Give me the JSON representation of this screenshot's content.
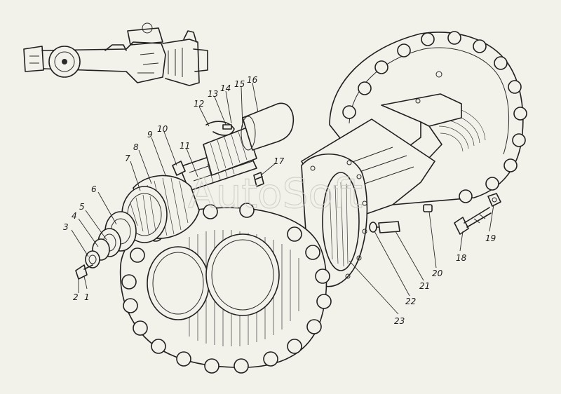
{
  "watermark": "AutoSoft",
  "callouts": [
    {
      "id": "1"
    },
    {
      "id": "2"
    },
    {
      "id": "3"
    },
    {
      "id": "4"
    },
    {
      "id": "5"
    },
    {
      "id": "6"
    },
    {
      "id": "7"
    },
    {
      "id": "8"
    },
    {
      "id": "9"
    },
    {
      "id": "10"
    },
    {
      "id": "11"
    },
    {
      "id": "12"
    },
    {
      "id": "13"
    },
    {
      "id": "14"
    },
    {
      "id": "15"
    },
    {
      "id": "16"
    },
    {
      "id": "17"
    },
    {
      "id": "18"
    },
    {
      "id": "19"
    },
    {
      "id": "20"
    },
    {
      "id": "21"
    },
    {
      "id": "22"
    },
    {
      "id": "23"
    }
  ]
}
